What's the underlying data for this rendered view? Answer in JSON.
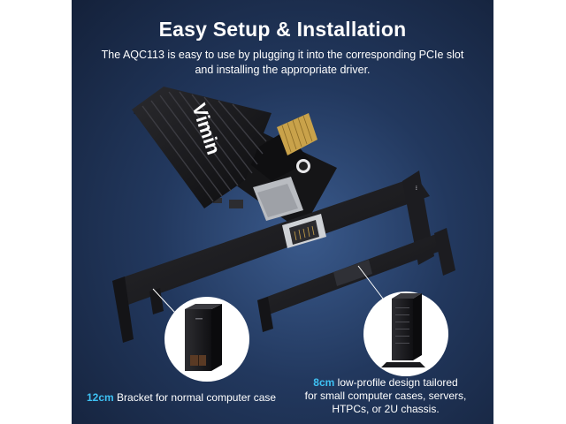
{
  "header": {
    "title": "Easy Setup & Installation",
    "subtitle": "The AQC113 is easy to use by plugging it into the corresponding PCIe slot and installing the appropriate driver."
  },
  "product": {
    "brand_mark": "Vimin"
  },
  "captions": {
    "normal": {
      "size": "12cm",
      "text": " Bracket for normal computer case"
    },
    "low_profile": {
      "size": "8cm",
      "line1_rest": " low-profile design tailored",
      "line2": "for small computer cases, servers,",
      "line3": "HTPCs, or 2U chassis."
    }
  },
  "colors": {
    "background": "#1e3050",
    "accent": "#3ec1f3",
    "text": "#ffffff"
  }
}
